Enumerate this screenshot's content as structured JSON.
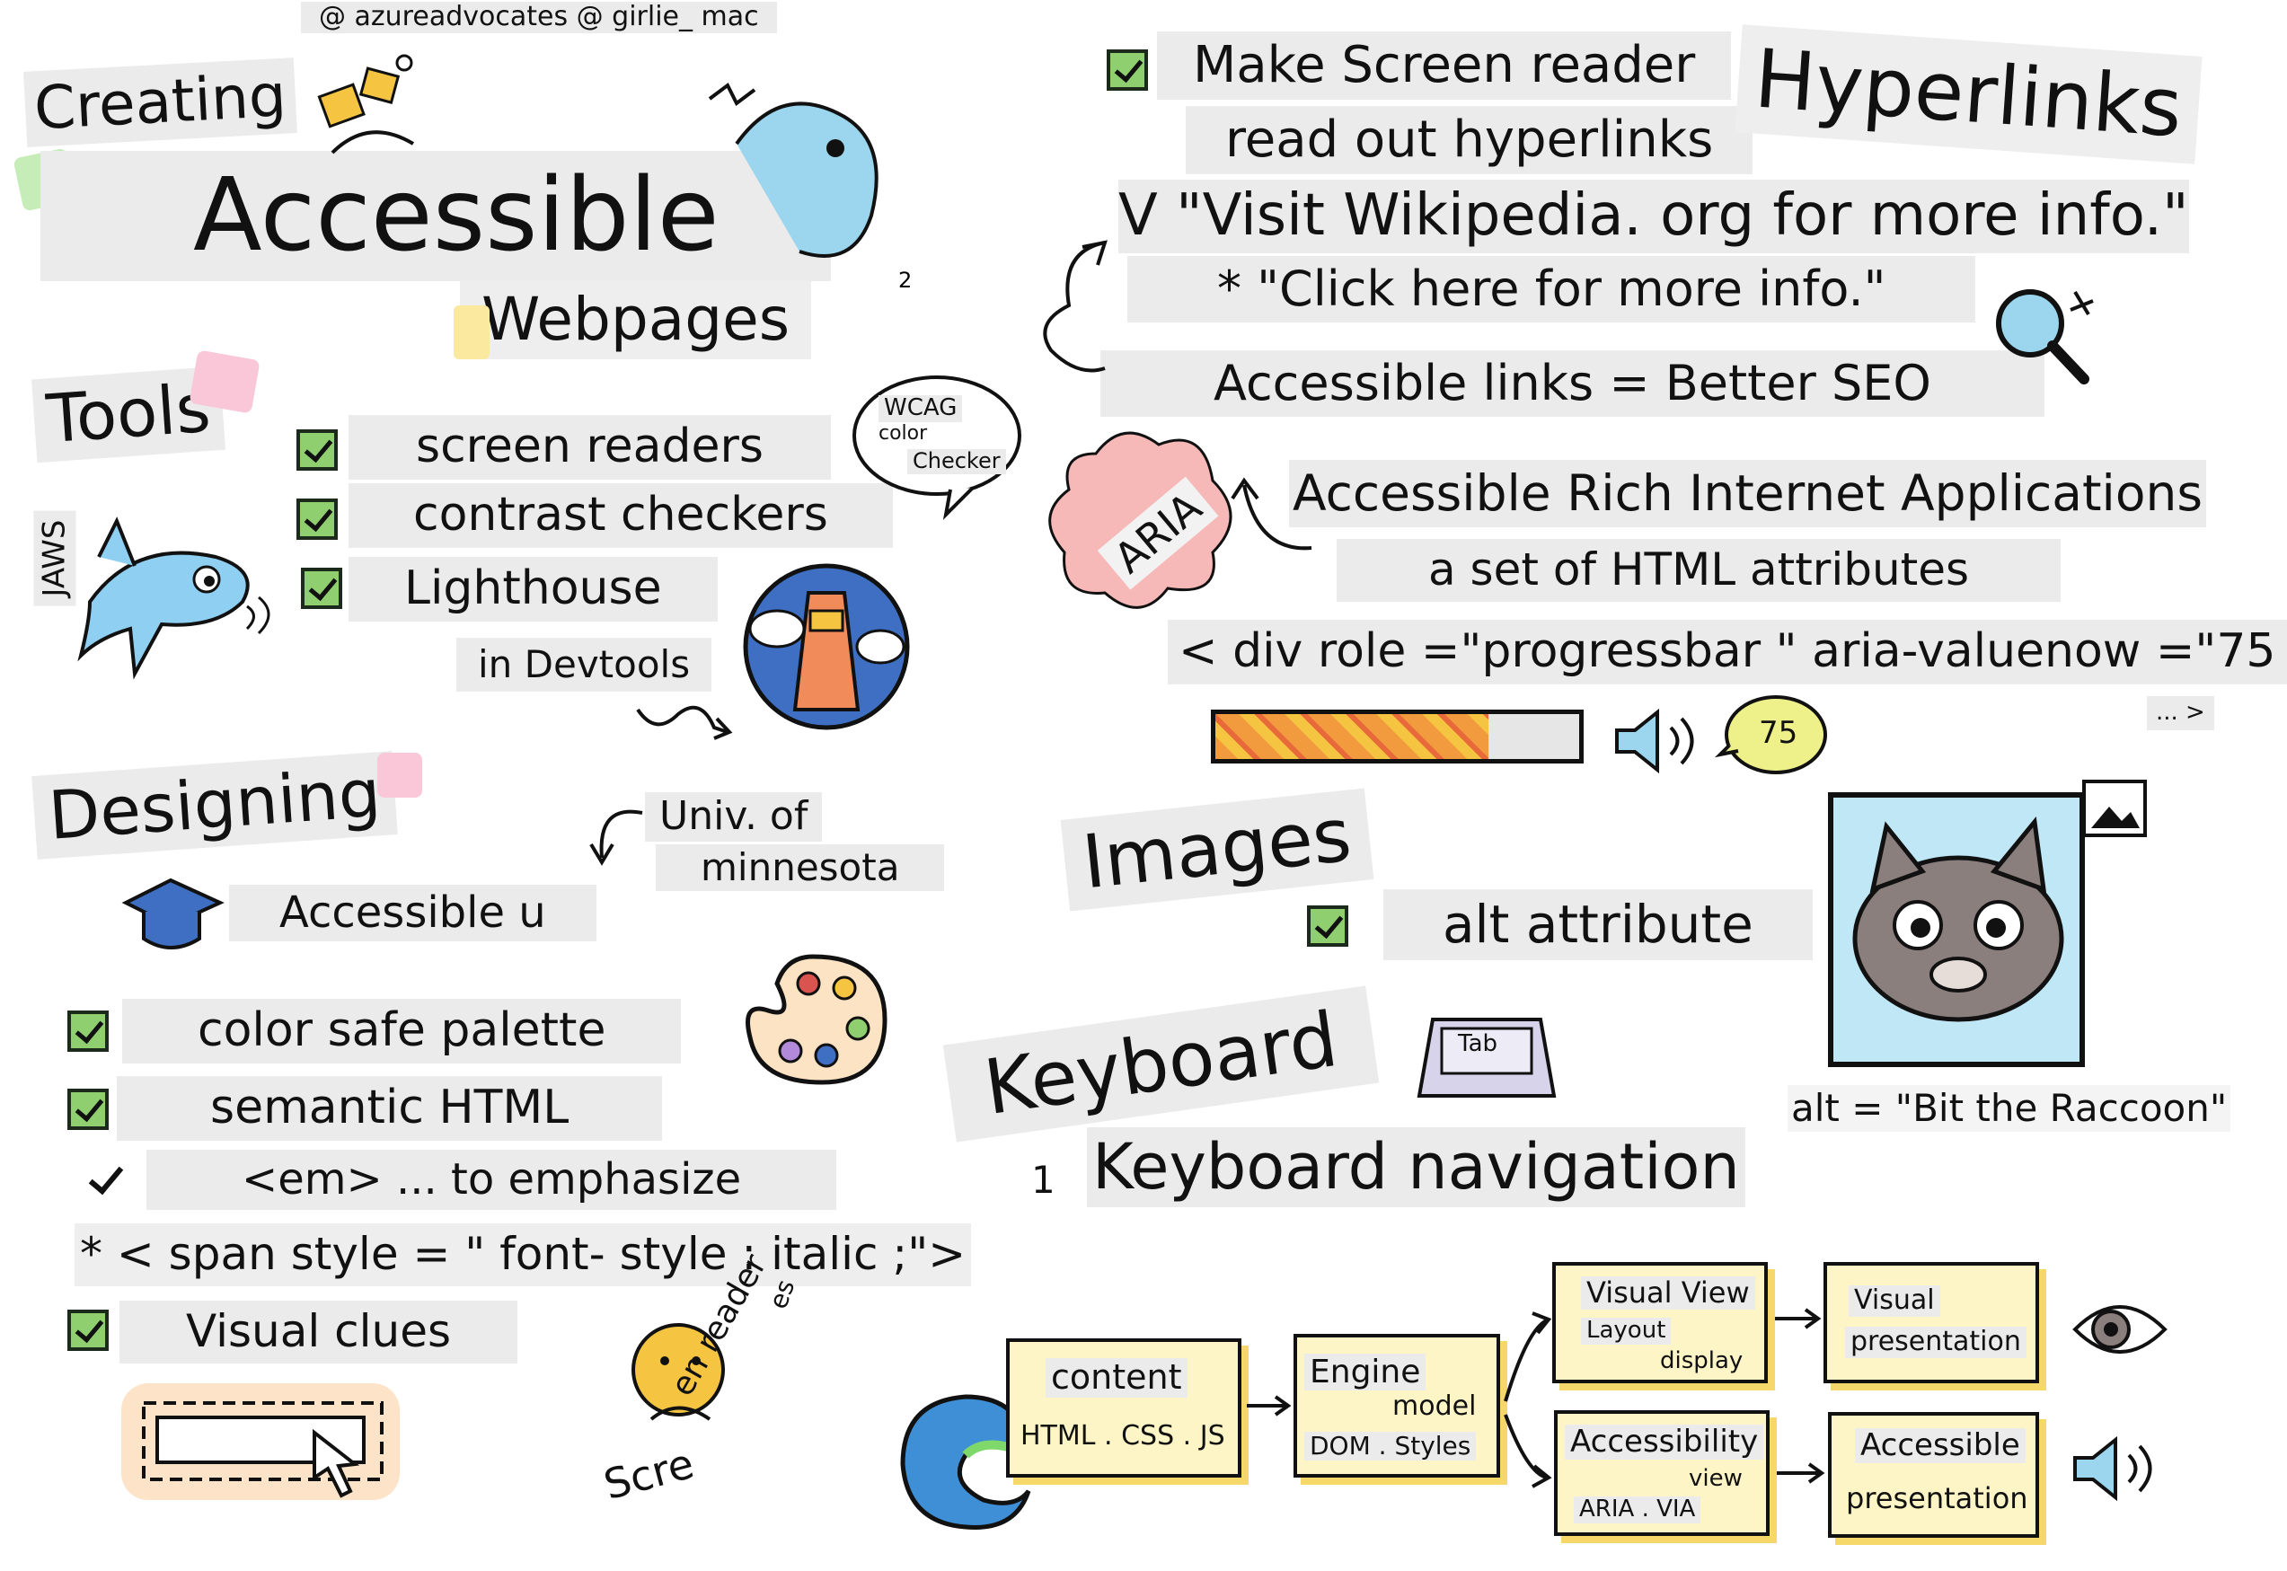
{
  "credit": "@ azureadvocates @ girlie_ mac",
  "title": {
    "line1": "Creating",
    "line2": "Accessible",
    "line3": "Webpages"
  },
  "tools": {
    "heading": "Tools",
    "items": [
      "screen readers",
      "contrast checkers",
      "Lighthouse"
    ],
    "devtools": "in Devtools",
    "jaws": "JAWS",
    "wcag": {
      "l1": "WCAG",
      "l2": "color",
      "l3": "Checker"
    }
  },
  "designing": {
    "heading": "Designing",
    "univ_l1": "Univ. of",
    "univ_l2": "minnesota",
    "accessible_u": "Accessible u",
    "items": [
      "color safe palette",
      "semantic HTML",
      "<em> ... to emphasize"
    ],
    "span_style": "* < span style = \" font- style : italic ;\">",
    "visual_clues": "Visual clues"
  },
  "hyperlinks": {
    "heading": "Hyperlinks",
    "line1": "Make Screen reader",
    "line2": "read out hyperlinks",
    "good": "V \"Visit Wikipedia. org for more info.\"",
    "bad": "* \"Click here for more info.\"",
    "seo": "Accessible links = Better SEO"
  },
  "aria": {
    "badge": "ARIA",
    "title": "Accessible Rich Internet Applications",
    "subtitle": "a set of HTML attributes",
    "code": "< div role =\"progressbar \" aria-valuenow =\"75",
    "code_end": "... >",
    "value_bubble": "75",
    "progress": 0.75
  },
  "images": {
    "heading": "Images",
    "alt_attr": "alt attribute",
    "alt_example": "alt = \"Bit the Raccoon\""
  },
  "keyboard": {
    "heading": "Keyboard",
    "tab_key": "Tab",
    "navigation": "Keyboard navigation",
    "nav_prefix": "1"
  },
  "screen_reader_text": {
    "part1": "Scre",
    "part2": "en reader",
    "part3": "es"
  },
  "flow": {
    "content": {
      "title": "content",
      "sub": "HTML . CSS . JS"
    },
    "engine": {
      "title": "Engine",
      "sub1": "model",
      "sub2": "DOM . Styles"
    },
    "visual_view": {
      "title": "Visual View",
      "sub1": "Layout",
      "sub2": "display"
    },
    "visual_presentation": {
      "title": "Visual",
      "sub": "presentation"
    },
    "accessibility_view": {
      "title": "Accessibility",
      "sub1": "view",
      "sub2": "ARIA . VIA"
    },
    "accessible_presentation": {
      "title": "Accessible",
      "sub": "presentation"
    }
  },
  "colors": {
    "check_green": "#8fcf6f",
    "label_gray": "#ebebeb",
    "flow_yellow": "#fdf5c6",
    "progress_orange": "#f19a3e",
    "aria_pink": "#f7b8b8",
    "bubble_yellow": "#eef08a"
  }
}
